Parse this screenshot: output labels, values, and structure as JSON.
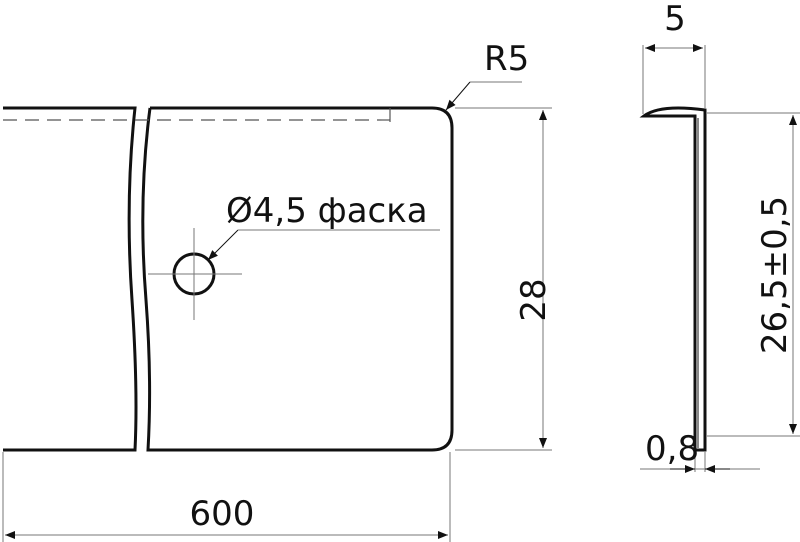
{
  "drawing": {
    "dimensions": {
      "radius": "R5",
      "hole": "Ø4,5 фаска",
      "height": "28",
      "length": "600",
      "flange_width": "5",
      "profile_height": "26,5±0,5",
      "thickness": "0,8"
    }
  }
}
